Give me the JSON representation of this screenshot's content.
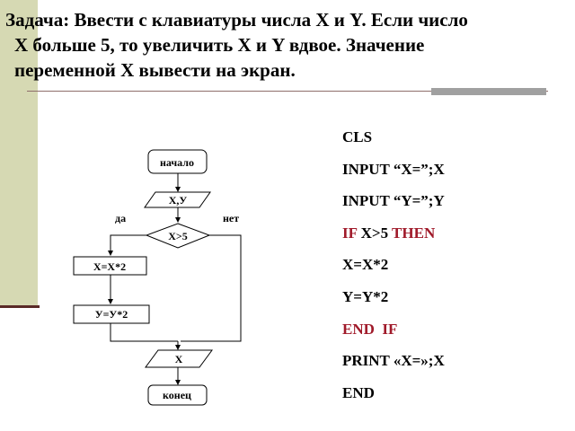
{
  "title": {
    "line1": "Задача: Ввести с клавиатуры числа X и Y. Если  число",
    "line2": "X больше 5, то увеличить X  и  Y вдвое.  Значение",
    "line3": "переменной X вывести на экран."
  },
  "flowchart": {
    "start": "начало",
    "input": "X,У",
    "condition": "X>5",
    "yes": "да",
    "no": "нет",
    "step1": "X=X*2",
    "step2": "У=У*2",
    "output": "X",
    "end": "конец"
  },
  "code": [
    {
      "text": "CLS"
    },
    {
      "text": "INPUT “X=”;X"
    },
    {
      "text": "INPUT “Y=”;Y"
    },
    {
      "kw1": "IF",
      "mid": " X>5 ",
      "kw2": "THEN"
    },
    {
      "text": "X=X*2"
    },
    {
      "text": "Y=Y*2"
    },
    {
      "kw1": "END  IF"
    },
    {
      "text": "PRINT «X=»;X"
    },
    {
      "text": "END"
    }
  ],
  "colors": {
    "keyword": "#a01a2a",
    "sidebar": "#d6d9b3",
    "sidebar_line": "#5a2a27"
  }
}
